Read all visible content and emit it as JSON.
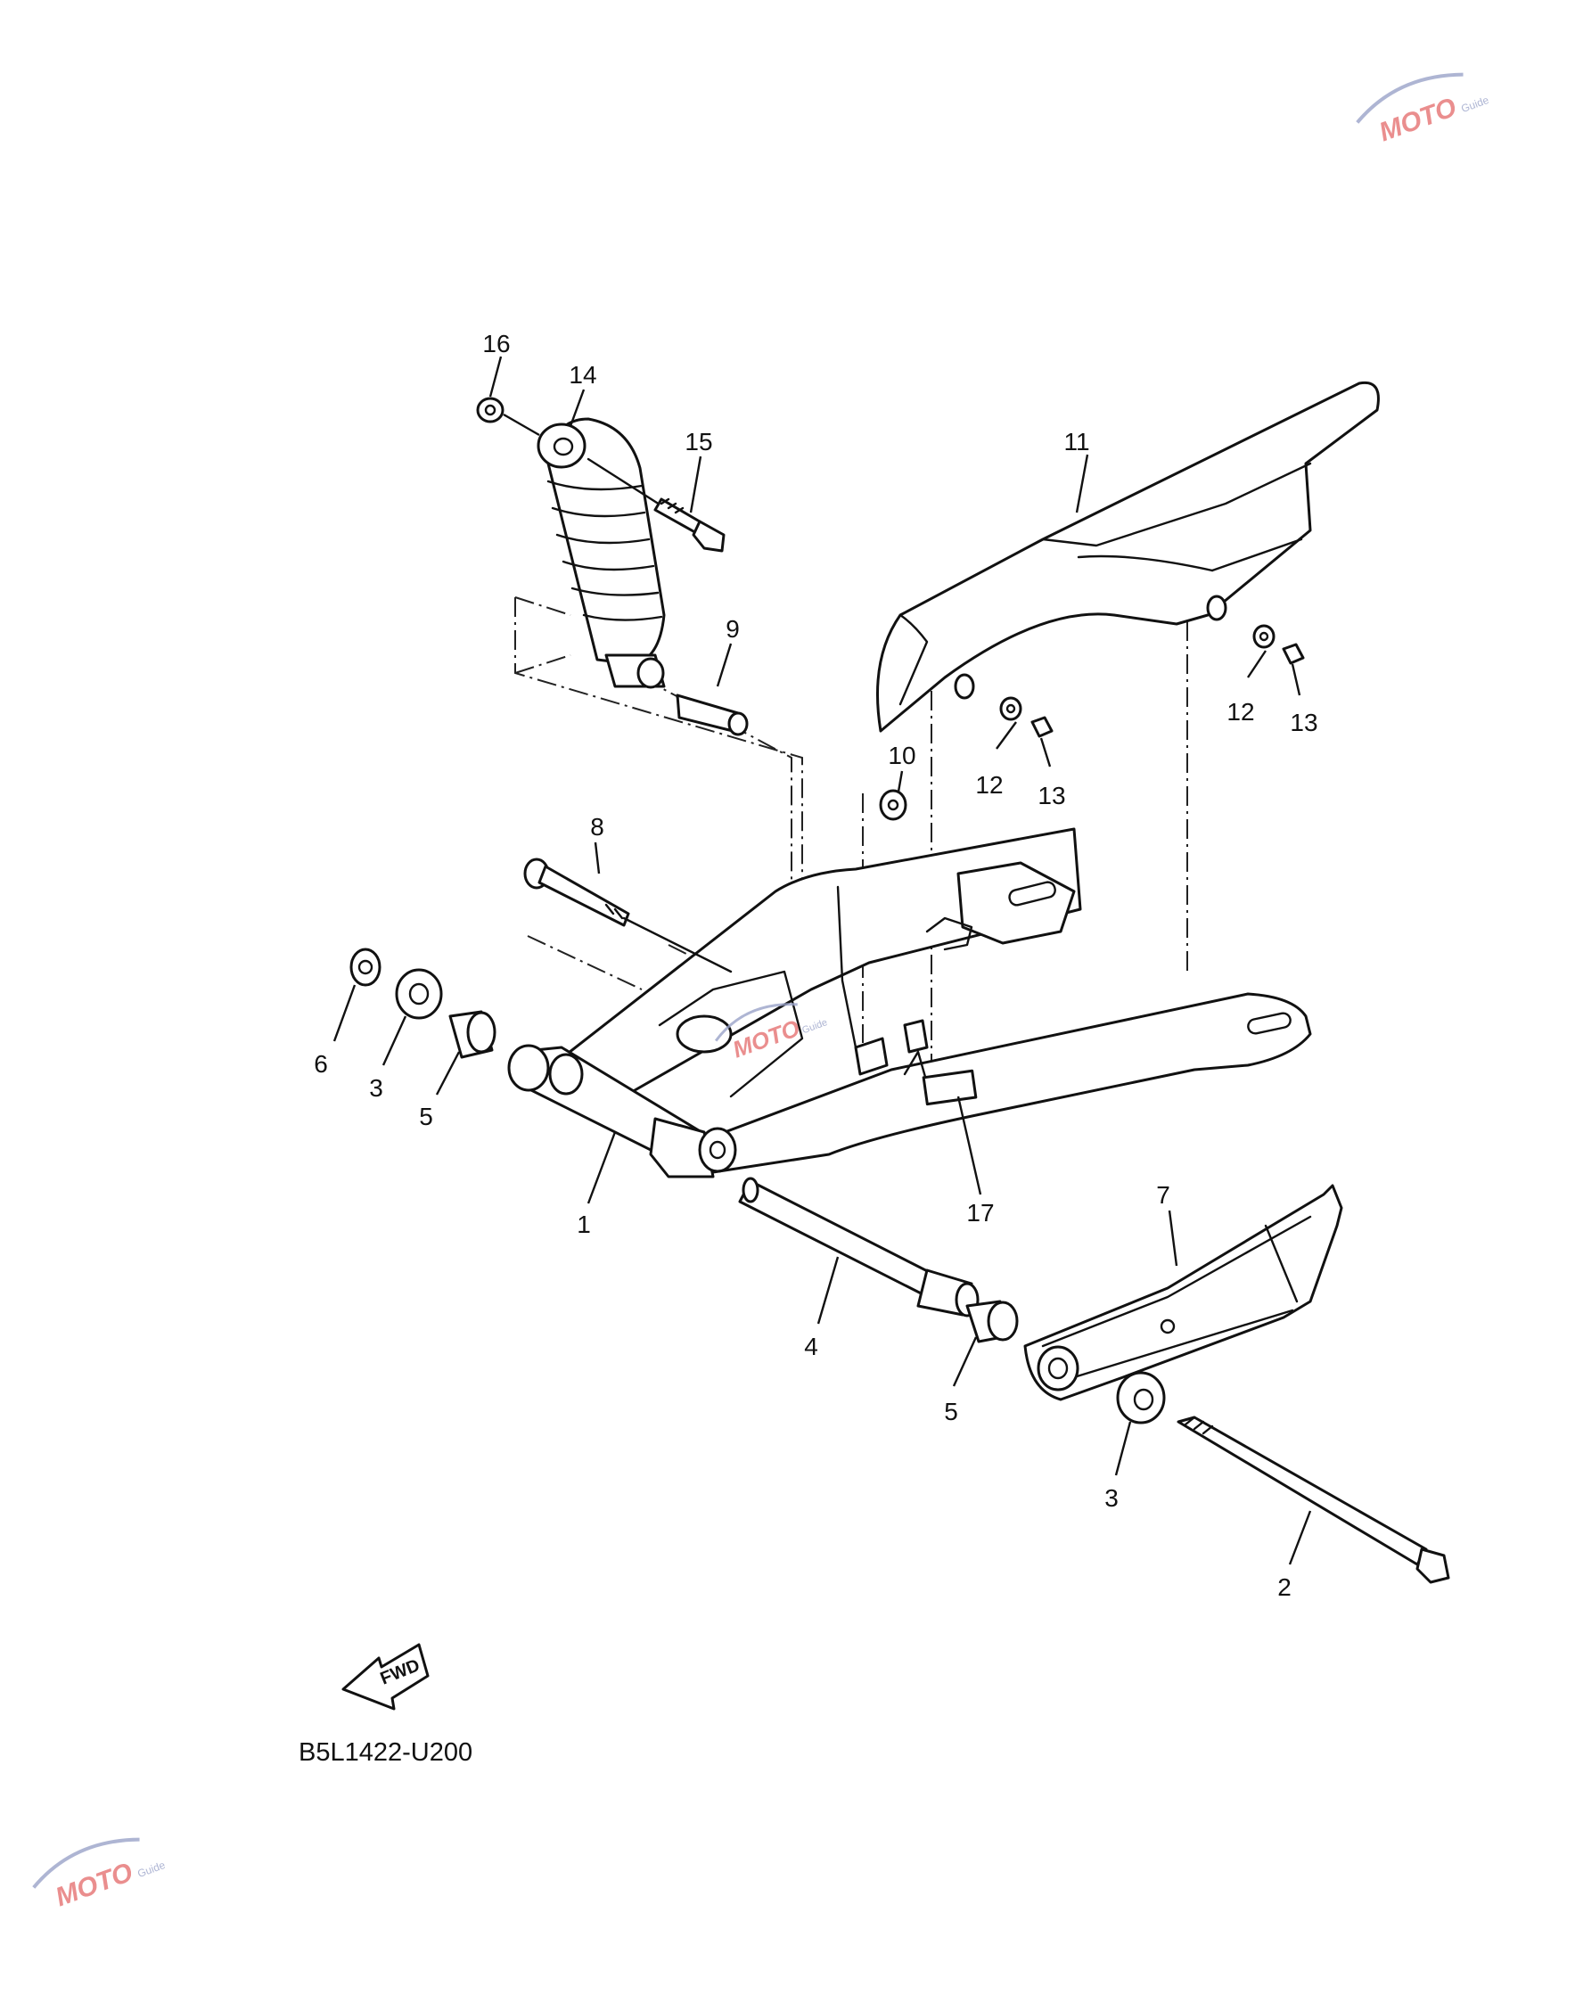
{
  "diagram": {
    "code": "B5L1422-U200",
    "direction_label": "FWD",
    "callouts": [
      {
        "id": "c1",
        "text": "1"
      },
      {
        "id": "c2",
        "text": "2"
      },
      {
        "id": "c3a",
        "text": "3"
      },
      {
        "id": "c3b",
        "text": "3"
      },
      {
        "id": "c4",
        "text": "4"
      },
      {
        "id": "c5a",
        "text": "5"
      },
      {
        "id": "c5b",
        "text": "5"
      },
      {
        "id": "c6",
        "text": "6"
      },
      {
        "id": "c7",
        "text": "7"
      },
      {
        "id": "c8",
        "text": "8"
      },
      {
        "id": "c9",
        "text": "9"
      },
      {
        "id": "c10",
        "text": "10"
      },
      {
        "id": "c11",
        "text": "11"
      },
      {
        "id": "c12a",
        "text": "12"
      },
      {
        "id": "c12b",
        "text": "12"
      },
      {
        "id": "c13a",
        "text": "13"
      },
      {
        "id": "c13b",
        "text": "13"
      },
      {
        "id": "c14",
        "text": "14"
      },
      {
        "id": "c15",
        "text": "15"
      },
      {
        "id": "c16",
        "text": "16"
      },
      {
        "id": "c17",
        "text": "17"
      }
    ]
  },
  "watermark": {
    "text": "MOTO",
    "subtext": "Guide",
    "colors": {
      "primary": "#e57373",
      "secondary": "#9aa3c9"
    }
  }
}
